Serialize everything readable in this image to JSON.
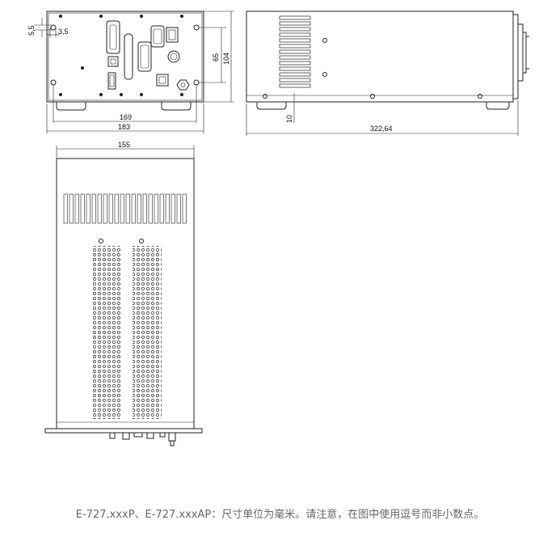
{
  "caption": "E-727.xxxP、E-727.xxxAP：尺寸单位为毫米。请注意，在图中使用逗号而非小数点。",
  "dimensions": {
    "front_hole_v": "5,5",
    "front_hole_h": "3,5",
    "front_inner_w": "169",
    "front_outer_w": "183",
    "front_hole_spacing": "65",
    "front_height": "104",
    "side_foot": "10",
    "side_length": "322,64",
    "top_width": "155"
  }
}
